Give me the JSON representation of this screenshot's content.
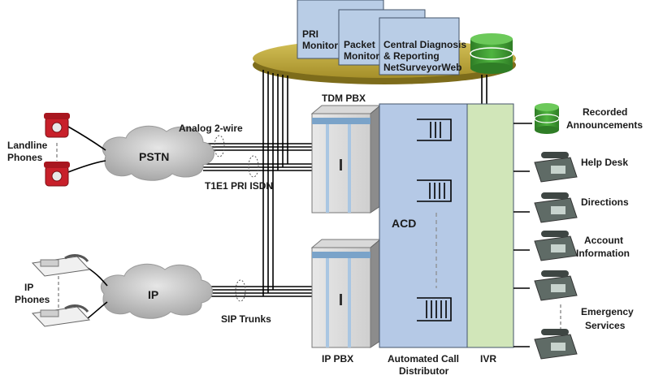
{
  "monitors": {
    "pri": [
      "PRI",
      "Monitor"
    ],
    "packet": [
      "Packet",
      "Monitor"
    ],
    "central": [
      "Central Diagnosis",
      "& Reporting",
      "NetSurveyorWeb"
    ]
  },
  "clouds": {
    "pstn": "PSTN",
    "ip": "IP"
  },
  "links": {
    "analog": "Analog 2-wire",
    "t1e1": "T1E1 PRI ISDN",
    "sip": "SIP Trunks"
  },
  "pbx": {
    "tdm": "TDM PBX",
    "ip": "IP PBX"
  },
  "acd": {
    "label": "ACD",
    "caption": [
      "Automated Call",
      "Distributor"
    ]
  },
  "ivr": {
    "label": "IVR"
  },
  "phones": {
    "landline": [
      "Landline",
      "Phones"
    ],
    "ip": [
      "IP",
      "Phones"
    ]
  },
  "destinations": {
    "recorded": [
      "Recorded",
      "Announcements"
    ],
    "helpdesk": [
      "Help Desk"
    ],
    "directions": [
      "Directions"
    ],
    "account": [
      "Account",
      "Information"
    ],
    "emergency": [
      "Emergency",
      "Services"
    ]
  },
  "colors": {
    "monitor_fill": "#b9cde6",
    "platform_fill": "#c8b346",
    "acd_fill": "#b5c9e6",
    "ivr_fill": "#d1e6b9",
    "db_green": "#3f9b32",
    "landline_red": "#c8202a",
    "cloud_gray": "#bfbfbf"
  }
}
